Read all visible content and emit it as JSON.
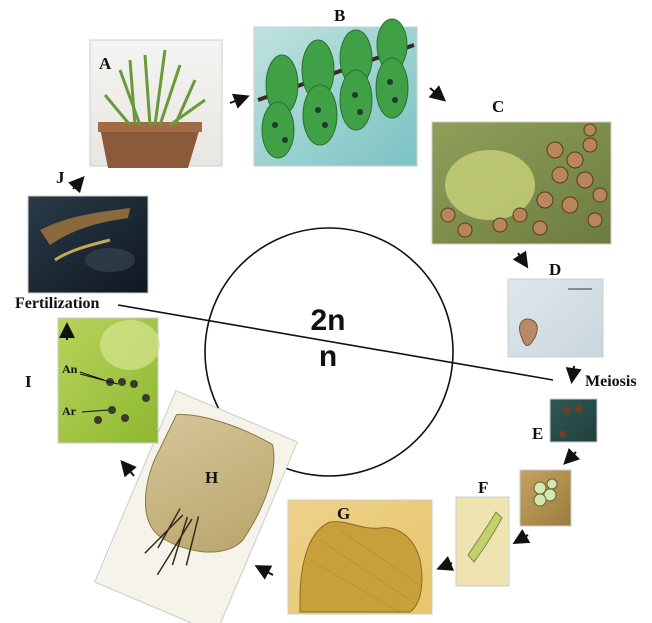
{
  "stages": [
    {
      "letter": "A",
      "description_icon": "moss-gametophyte-pot-photo"
    },
    {
      "letter": "B",
      "description_icon": "fern-sporophyte-pinnae-photo"
    },
    {
      "letter": "C",
      "description_icon": "sporangia-photo"
    },
    {
      "letter": "D",
      "description_icon": "spore-micrograph"
    },
    {
      "letter": "E",
      "description_icon": "spores-photo"
    },
    {
      "letter": "F",
      "description_icon": "germinating-spore-photo"
    },
    {
      "letter": "G",
      "description_icon": "gametophyte-thallus-photo"
    },
    {
      "letter": "H",
      "description_icon": "prothallus-rhizoids-photo"
    },
    {
      "letter": "I",
      "description_icon": "antheridia-archegonia-photo"
    },
    {
      "letter": "J",
      "description_icon": "young-sporophyte-photo"
    }
  ],
  "labels": {
    "fertilization": "Fertilization",
    "meiosis": "Meiosis",
    "diploid": "2n",
    "haploid": "n",
    "antheridium": "An",
    "archegonium": "Ar"
  }
}
